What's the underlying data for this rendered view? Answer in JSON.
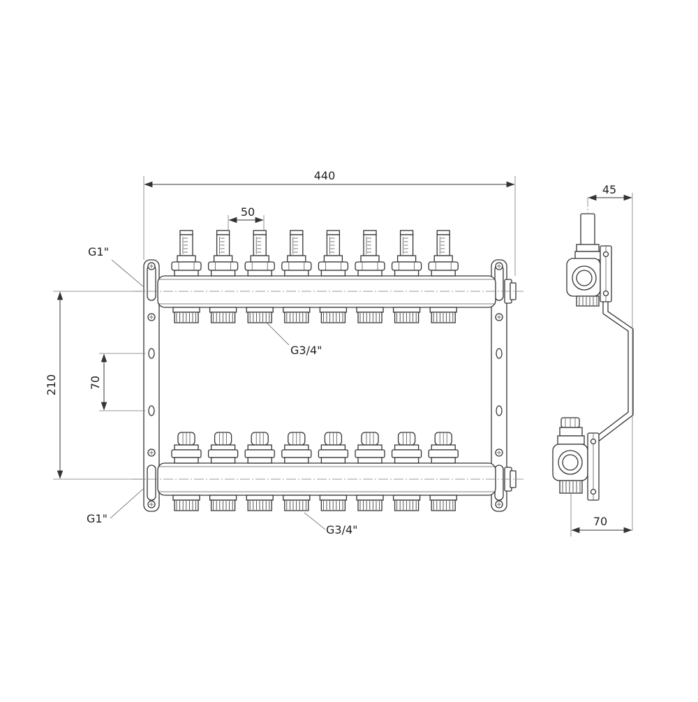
{
  "diagram": {
    "outlet_count": 8,
    "dimensions": {
      "overall_width": "440",
      "outlet_pitch": "50",
      "rail_spacing": "210",
      "mount_holes": "70",
      "side_offset": "45",
      "side_depth": "70"
    },
    "threads": {
      "inlet_top": "G1\"",
      "inlet_bottom": "G1\"",
      "outlet_top": "G3/4\"",
      "outlet_bottom": "G3/4\""
    },
    "colors": {
      "line": "#333333",
      "background": "#ffffff"
    }
  }
}
